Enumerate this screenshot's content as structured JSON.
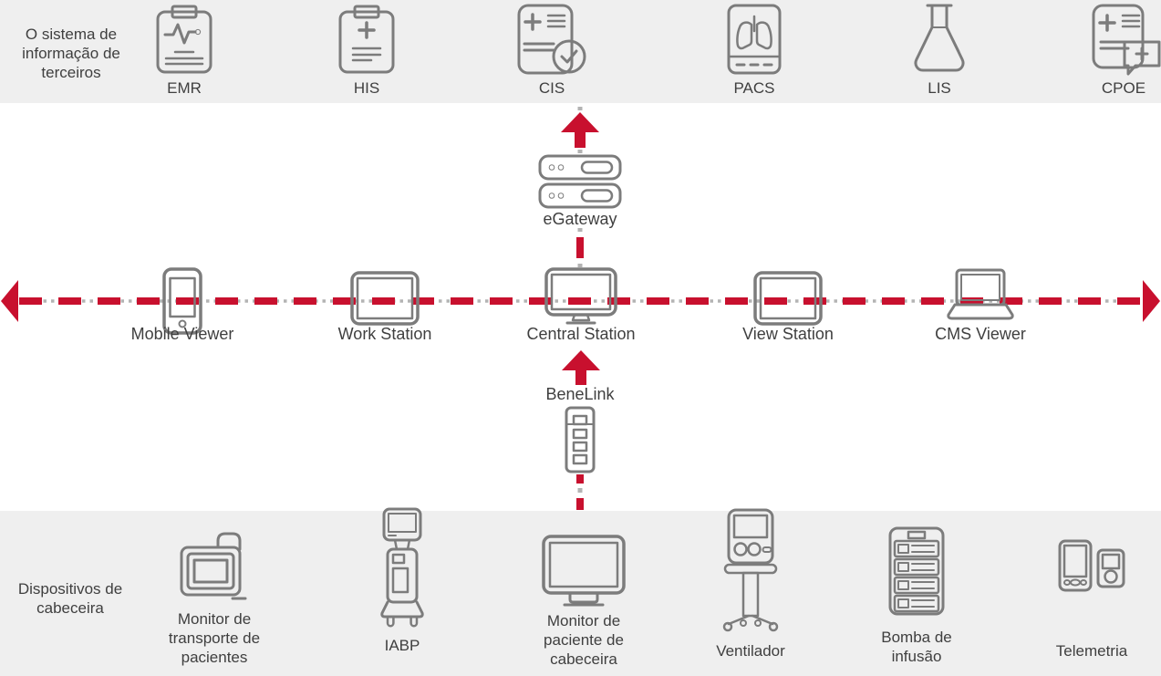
{
  "colors": {
    "accent_red": "#c8102e",
    "band_background": "#efefef",
    "icon_gray": "#7c7c7c",
    "connector_dot_gray": "#b3b3b3",
    "text": "#3f3f3f"
  },
  "top_band": {
    "title": "O sistema de informação de terceiros",
    "items": [
      {
        "label": "EMR",
        "icon": "emr-clipboard-ecg-icon"
      },
      {
        "label": "HIS",
        "icon": "his-clipboard-plus-icon"
      },
      {
        "label": "CIS",
        "icon": "cis-document-check-icon"
      },
      {
        "label": "PACS",
        "icon": "pacs-lungs-tablet-icon"
      },
      {
        "label": "LIS",
        "icon": "lis-flask-icon"
      },
      {
        "label": "CPOE",
        "icon": "cpoe-document-chat-icon"
      }
    ]
  },
  "network": {
    "gateway": {
      "label": "eGateway",
      "icon": "server-icon"
    },
    "benelink": {
      "label": "BeneLink",
      "icon": "module-rack-icon"
    },
    "stations": [
      {
        "label": "Mobile Viewer",
        "icon": "smartphone-icon"
      },
      {
        "label": "Work Station",
        "icon": "tablet-icon"
      },
      {
        "label": "Central Station",
        "icon": "desktop-monitor-icon"
      },
      {
        "label": "View Station",
        "icon": "tablet-icon"
      },
      {
        "label": "CMS Viewer",
        "icon": "laptop-icon"
      }
    ]
  },
  "bottom_band": {
    "title": "Dispositivos de cabeceira",
    "items": [
      {
        "label": "Monitor de transporte de pacientes",
        "icon": "transport-monitor-icon"
      },
      {
        "label": "IABP",
        "icon": "iabp-cart-icon"
      },
      {
        "label": "Monitor de paciente de cabeceira",
        "icon": "bedside-monitor-icon"
      },
      {
        "label": "Ventilador",
        "icon": "ventilator-icon"
      },
      {
        "label": "Bomba de infusão",
        "icon": "infusion-pump-stack-icon"
      },
      {
        "label": "Telemetria",
        "icon": "telemetry-devices-icon"
      }
    ]
  }
}
